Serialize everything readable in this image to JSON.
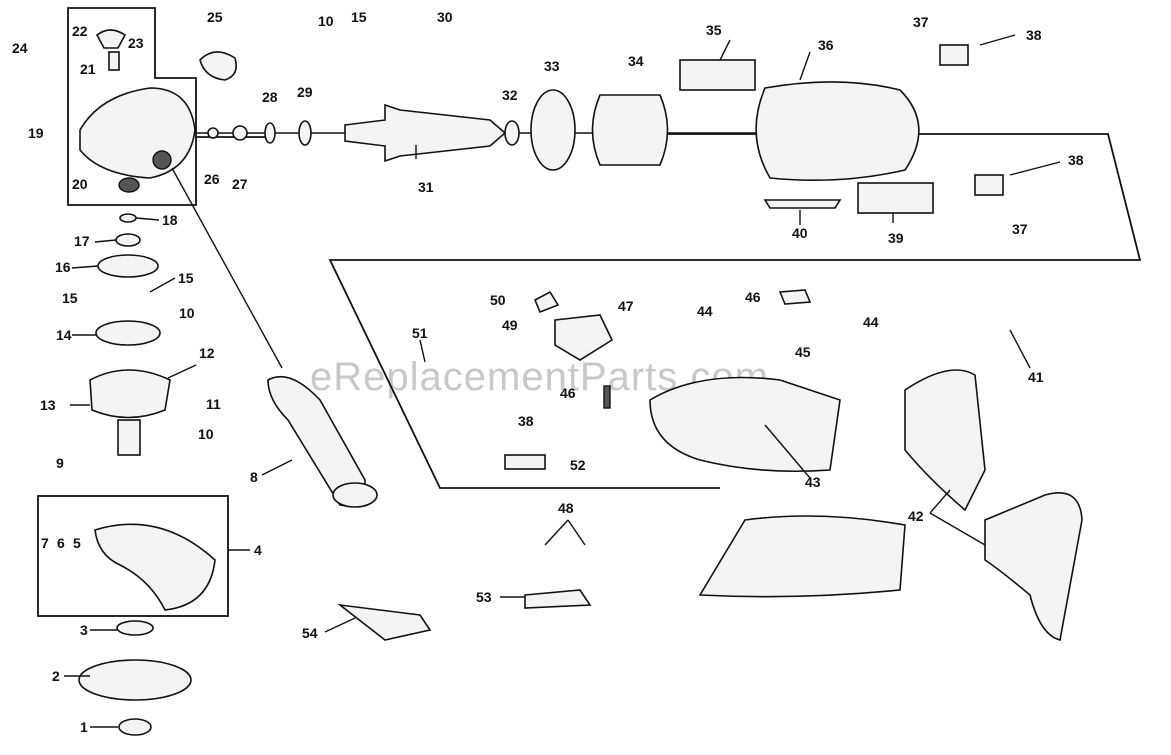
{
  "watermark": "eReplacementParts.com",
  "callouts": [
    "1",
    "2",
    "3",
    "4",
    "5",
    "6",
    "7",
    "8",
    "9",
    "10",
    "11",
    "12",
    "13",
    "14",
    "15",
    "16",
    "17",
    "18",
    "19",
    "20",
    "21",
    "22",
    "23",
    "24",
    "25",
    "26",
    "27",
    "28",
    "29",
    "30",
    "31",
    "32",
    "33",
    "34",
    "35",
    "36",
    "37",
    "38",
    "39",
    "40",
    "41",
    "42",
    "43",
    "44",
    "45",
    "46",
    "47",
    "48",
    "49",
    "50",
    "51",
    "52",
    "53",
    "54"
  ],
  "colors": {
    "ink": "#111111",
    "watermark": "#c8c8c8",
    "background": "#ffffff"
  }
}
